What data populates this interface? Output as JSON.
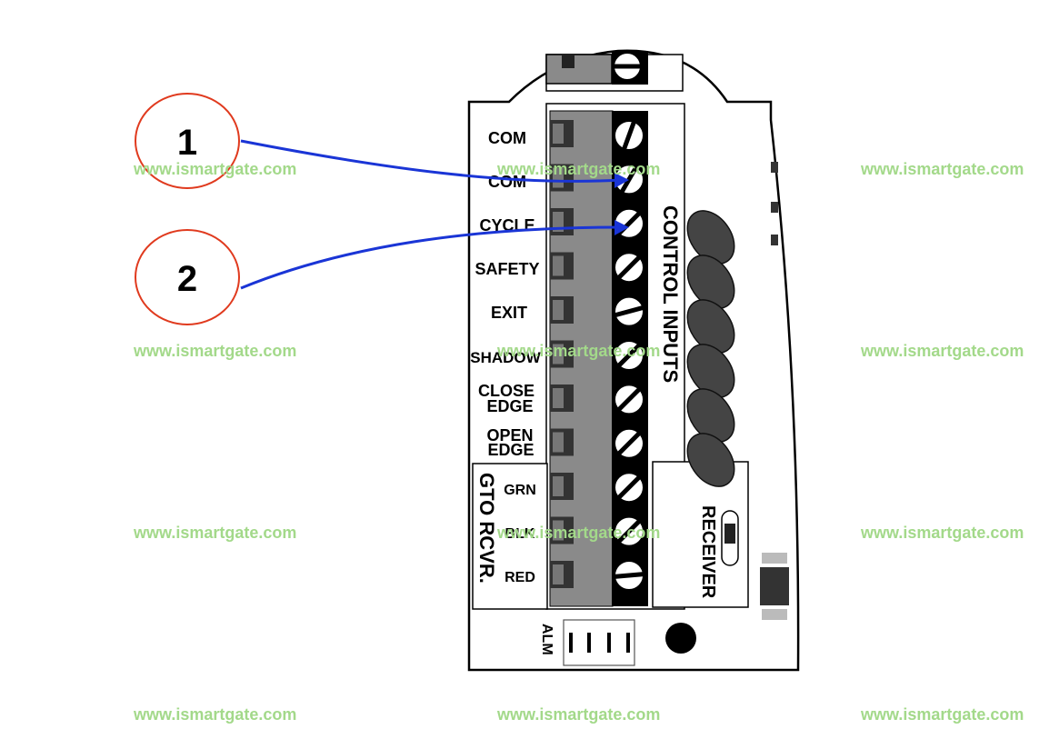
{
  "terminal_labels": [
    "COM",
    "COM",
    "CYCLE",
    "SAFETY",
    "EXIT",
    "SHADOW",
    "CLOSE",
    "EDGE",
    "OPEN",
    "EDGE",
    "GRN",
    "BLK",
    "RED"
  ],
  "panel_labels": {
    "control_inputs": "CONTROL INPUTS",
    "receiver": "RECEIVER",
    "gto_rcvr": "GTO RCVR.",
    "alm": "ALM"
  },
  "callouts": [
    {
      "label": "1",
      "target_terminal": "COM"
    },
    {
      "label": "2",
      "target_terminal": "CYCLE"
    }
  ],
  "watermark": "www.ismartgate.com",
  "colors": {
    "callout_circle": "#e03a1e",
    "arrow": "#1a35d6",
    "watermark": "#a3d98a",
    "board_outline": "#000000",
    "terminal_block": "#8a8a8a"
  }
}
